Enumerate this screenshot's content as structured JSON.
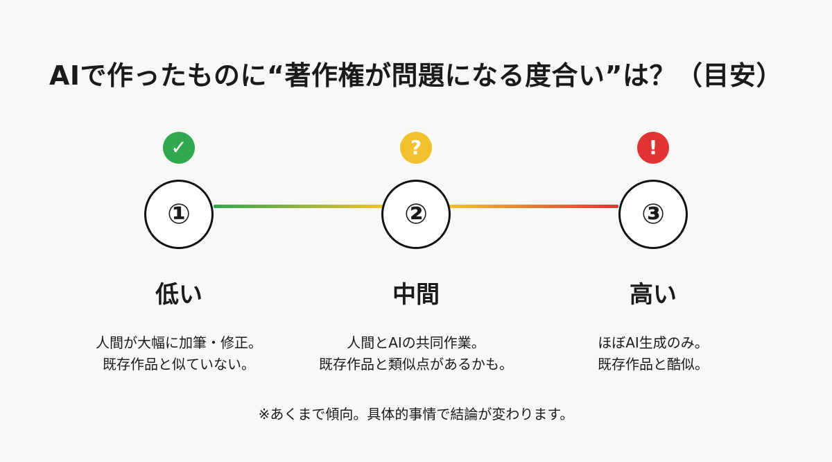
{
  "title": "AIで作ったものに“著作権が問題になる度合い”は？（目安）",
  "colors": {
    "green": "#2fa84f",
    "yellow": "#f2c12e",
    "red": "#e03434"
  },
  "steps": [
    {
      "icon": "check-icon",
      "icon_glyph": "✓",
      "number": "①",
      "label": "低い",
      "description": [
        "人間が大幅に加筆・修正。",
        "既存作品と似ていない。"
      ]
    },
    {
      "icon": "question-icon",
      "icon_glyph": "?",
      "number": "②",
      "label": "中間",
      "description": [
        "人間とAIの共同作業。",
        "既存作品と類似点があるかも。"
      ]
    },
    {
      "icon": "exclamation-icon",
      "icon_glyph": "!",
      "number": "③",
      "label": "高い",
      "description": [
        "ほぼAI生成のみ。",
        "既存作品と酷似。"
      ]
    }
  ],
  "footnote": "※あくまで傾向。具体的事情で結論が変わります。"
}
